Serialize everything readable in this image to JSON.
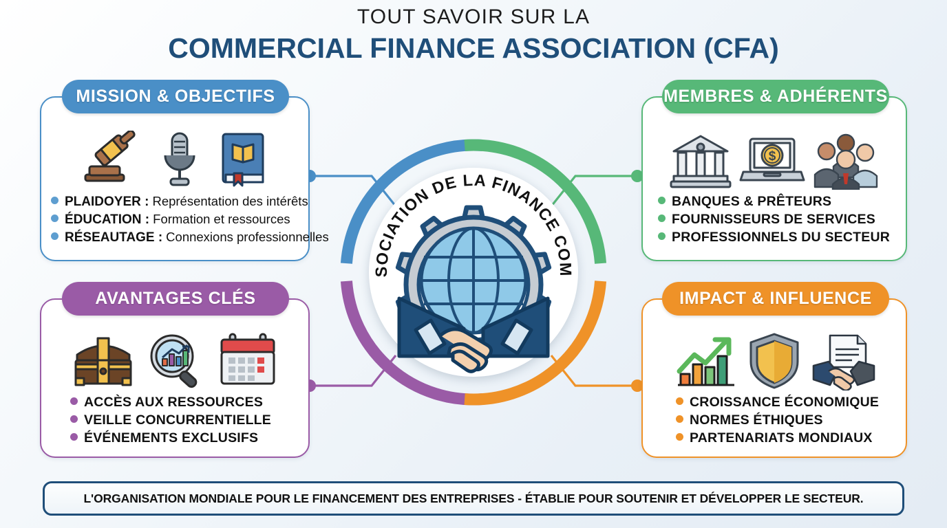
{
  "title": {
    "sup": "TOUT SAVOIR SUR LA",
    "main": "COMMERCIAL FINANCE ASSOCIATION (CFA)"
  },
  "colors": {
    "blue": "#4a8fc7",
    "green": "#57b878",
    "purple": "#9a5ba6",
    "orange": "#ef9228",
    "navy": "#1f4e79"
  },
  "cards": [
    {
      "id": "mission-objectifs",
      "heading": "MISSION & OBJECTIFS",
      "color": "blue",
      "icons": [
        "gavel-icon",
        "microphone-icon",
        "book-icon"
      ],
      "bullets": [
        {
          "term": "PLAIDOYER :",
          "desc": "Représentation des intérêts"
        },
        {
          "term": "ÉDUCATION :",
          "desc": "Formation et ressources"
        },
        {
          "term": "RÉSEAUTAGE :",
          "desc": "Connexions professionnelles"
        }
      ]
    },
    {
      "id": "membres-adherents",
      "heading": "MEMBRES & ADHÉRENTS",
      "color": "green",
      "icons": [
        "bank-icon",
        "laptop-dollar-icon",
        "people-group-icon"
      ],
      "bullets": [
        {
          "term": "BANQUES & PRÊTEURS",
          "desc": ""
        },
        {
          "term": "FOURNISSEURS DE SERVICES",
          "desc": ""
        },
        {
          "term": "PROFESSIONNELS DU SECTEUR",
          "desc": ""
        }
      ]
    },
    {
      "id": "avantages-cles",
      "heading": "AVANTAGES CLÉS",
      "color": "purple",
      "icons": [
        "treasure-chest-icon",
        "magnifier-chart-icon",
        "calendar-icon"
      ],
      "bullets": [
        {
          "term": "ACCÈS AUX RESSOURCES",
          "desc": ""
        },
        {
          "term": "VEILLE CONCURRENTIELLE",
          "desc": ""
        },
        {
          "term": "ÉVÉNEMENTS EXCLUSIFS",
          "desc": ""
        }
      ]
    },
    {
      "id": "impact-influence",
      "heading": "IMPACT & INFLUENCE",
      "color": "orange",
      "icons": [
        "growth-chart-icon",
        "shield-icon",
        "handshake-document-icon"
      ],
      "bullets": [
        {
          "term": "CROISSANCE ÉCONOMIQUE",
          "desc": ""
        },
        {
          "term": "NORMES ÉTHIQUES",
          "desc": ""
        },
        {
          "term": "PARTENARIATS MONDIAUX",
          "desc": ""
        }
      ]
    }
  ],
  "hub": {
    "circular_text": "CFA : L'ASSOCIATION DE LA FINANCE COMMERCIALE",
    "emblem": "gear-globe-handshake-icon",
    "ring_segments": [
      {
        "name": "top-left-arc",
        "color": "#4a8fc7"
      },
      {
        "name": "top-right-arc",
        "color": "#57b878"
      },
      {
        "name": "bottom-left-arc",
        "color": "#9a5ba6"
      },
      {
        "name": "bottom-right-arc",
        "color": "#ef9228"
      }
    ]
  },
  "footer": {
    "text": "L'ORGANISATION MONDIALE POUR LE FINANCEMENT DES ENTREPRISES - ÉTABLIE POUR SOUTENIR ET DÉVELOPPER LE SECTEUR."
  }
}
